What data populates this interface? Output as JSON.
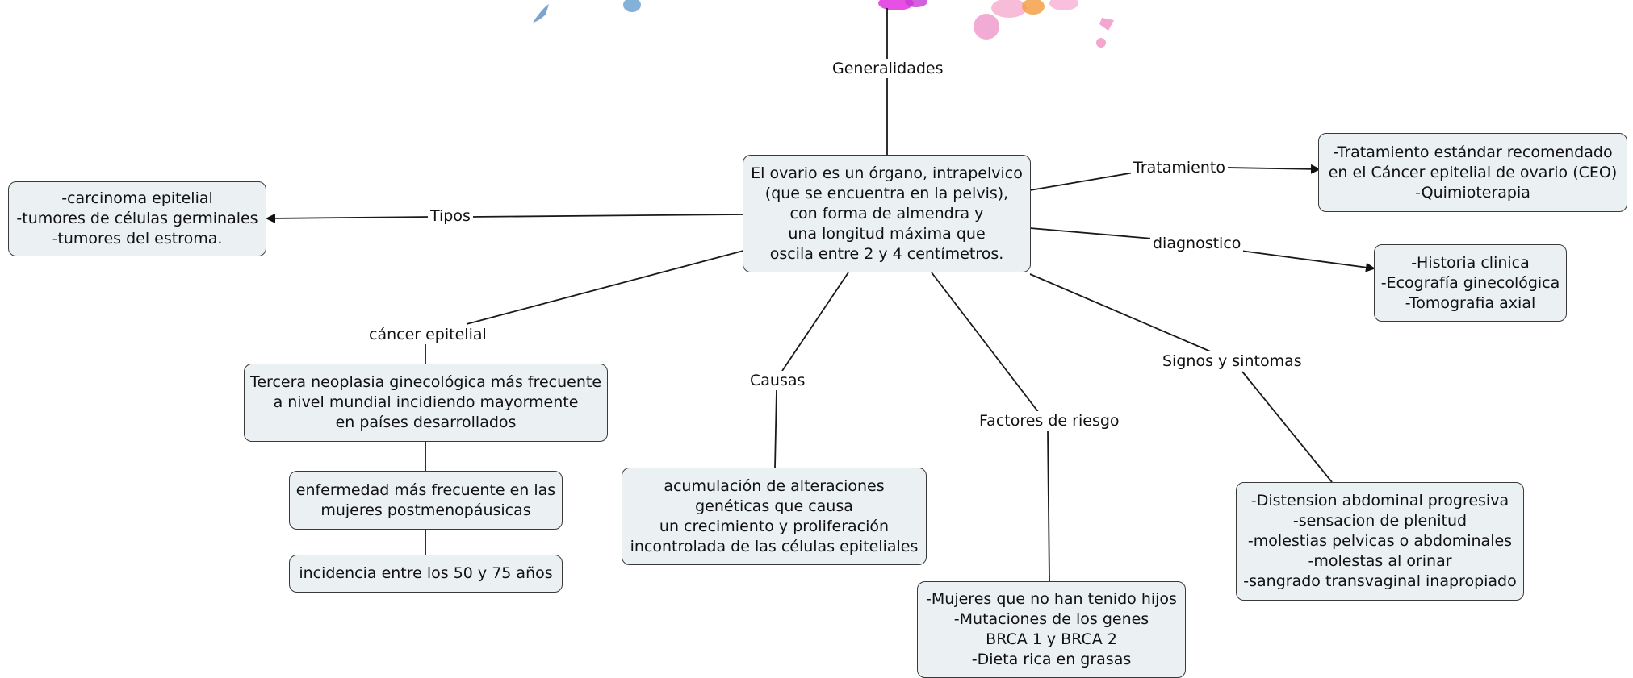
{
  "nodes": {
    "center": "El ovario es un órgano, intrapelvico\n(que se encuentra en la pelvis),\ncon forma de almendra y\nuna longitud máxima que\noscila entre 2 y 4 centímetros.",
    "tipos": "-carcinoma epitelial\n-tumores de células germinales\n-tumores del estroma.",
    "tratamiento": "-Tratamiento estándar recomendado\nen el Cáncer epitelial de ovario (CEO)\n-Quimioterapia",
    "diagnostico": "-Historia clinica\n-Ecografía ginecológica\n-Tomografia axial",
    "tercera": "Tercera neoplasia ginecológica más frecuente\na nivel mundial incidiendo mayormente\nen países desarrollados",
    "enfermedad": "enfermedad más frecuente en las\nmujeres postmenopáusicas",
    "incidencia": "incidencia entre los 50 y 75 años",
    "causas": "acumulación de alteraciones\ngenéticas que causa\nun crecimiento y proliferación\nincontrolada de las células epiteliales",
    "factores": "-Mujeres que no han tenido hijos\n-Mutaciones de los genes\nBRCA 1 y BRCA 2\n-Dieta rica en grasas",
    "signos": "-Distension abdominal progresiva\n-sensacion de plenitud\n-molestias pelvicas o abdominales\n-molestas al orinar\n-sangrado transvaginal inapropiado"
  },
  "labels": {
    "generalidades": "Generalidades",
    "tipos": "Tipos",
    "tratamiento": "Tratamiento",
    "diagnostico": "diagnostico",
    "cancer_epitelial": "cáncer epitelial",
    "causas": "Causas",
    "factores": "Factores de riesgo",
    "signos": "Signos y sintomas"
  },
  "colors": {
    "node_fill": "#ebf0f2",
    "node_border": "#3a3a3a",
    "line": "#1a1a1a"
  }
}
